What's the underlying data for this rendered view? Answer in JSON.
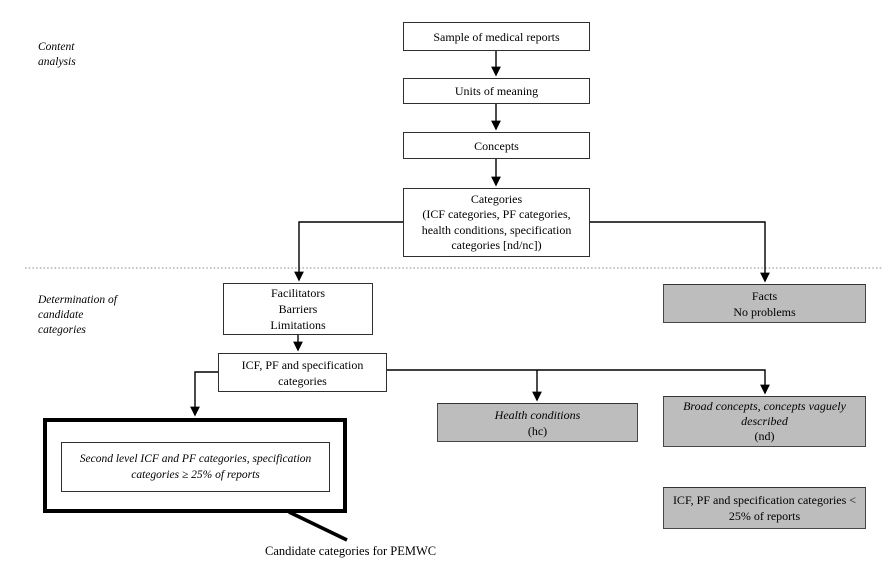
{
  "flowchart": {
    "side_labels": {
      "phase1": "Content analysis",
      "phase2": "Determination of candidate categories"
    },
    "boxes": {
      "sample": {
        "text": "Sample of medical reports"
      },
      "units": {
        "text": "Units of meaning"
      },
      "concepts": {
        "text": "Concepts"
      },
      "categories": {
        "lines": [
          "Categories",
          "(ICF categories, PF categories,",
          "health conditions, specification",
          "categories [nd/nc])"
        ]
      },
      "facilitators": {
        "lines": [
          "Facilitators",
          "Barriers",
          "Limitations"
        ]
      },
      "facts": {
        "lines": [
          "Facts",
          "No problems"
        ]
      },
      "icf_spec": {
        "lines": [
          "ICF, PF and specification",
          "categories"
        ]
      },
      "health": {
        "lines_italic": [
          "Health conditions"
        ],
        "code": "(hc)"
      },
      "broad": {
        "lines_italic": [
          "Broad concepts, concepts vaguely",
          "described"
        ],
        "code": "(nd)"
      },
      "second_level": {
        "lines": [
          "Second level ICF and PF categories,  specification",
          "categories ≥ 25% of reports"
        ]
      },
      "icf_less": {
        "lines": [
          "ICF, PF and specification categories <",
          "25% of reports"
        ]
      }
    },
    "caption": "Candidate categories for PEMWC",
    "colors": {
      "background": "#ffffff",
      "box_fill_white": "#ffffff",
      "box_fill_gray": "#bdbdbd",
      "box_border": "#2f2f2f",
      "thick_border": "#000000",
      "connector": "#000000",
      "dotted_separator": "#a0a0a0",
      "text": "#000000"
    }
  }
}
